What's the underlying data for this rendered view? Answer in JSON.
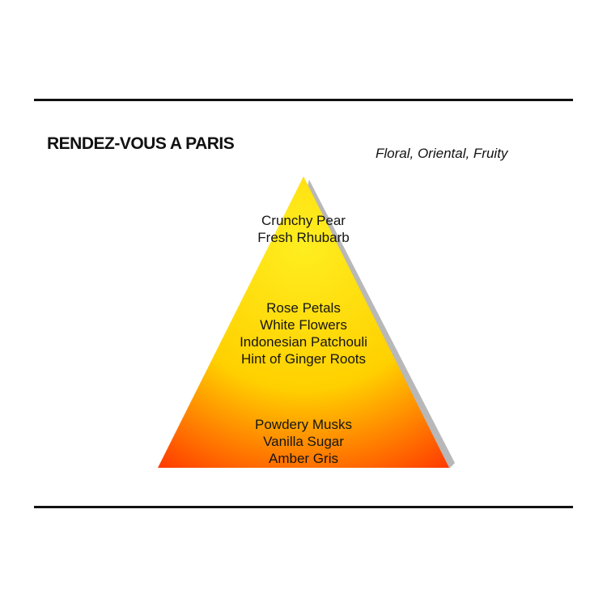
{
  "header": {
    "title": "RENDEZ-VOUS A PARIS",
    "families": "Floral, Oriental, Fruity"
  },
  "pyramid": {
    "colors": {
      "apex": "#ffd000",
      "middle": "#ffee20",
      "base_edge": "#ff3a00",
      "shadow": "#b8b8b8"
    },
    "top_notes": [
      "Crunchy Pear",
      "Fresh Rhubarb"
    ],
    "heart_notes": [
      "Rose Petals",
      "White Flowers",
      "Indonesian Patchouli",
      "Hint of Ginger Roots"
    ],
    "base_notes": [
      "Powdery Musks",
      "Vanilla Sugar",
      "Amber Gris"
    ]
  }
}
